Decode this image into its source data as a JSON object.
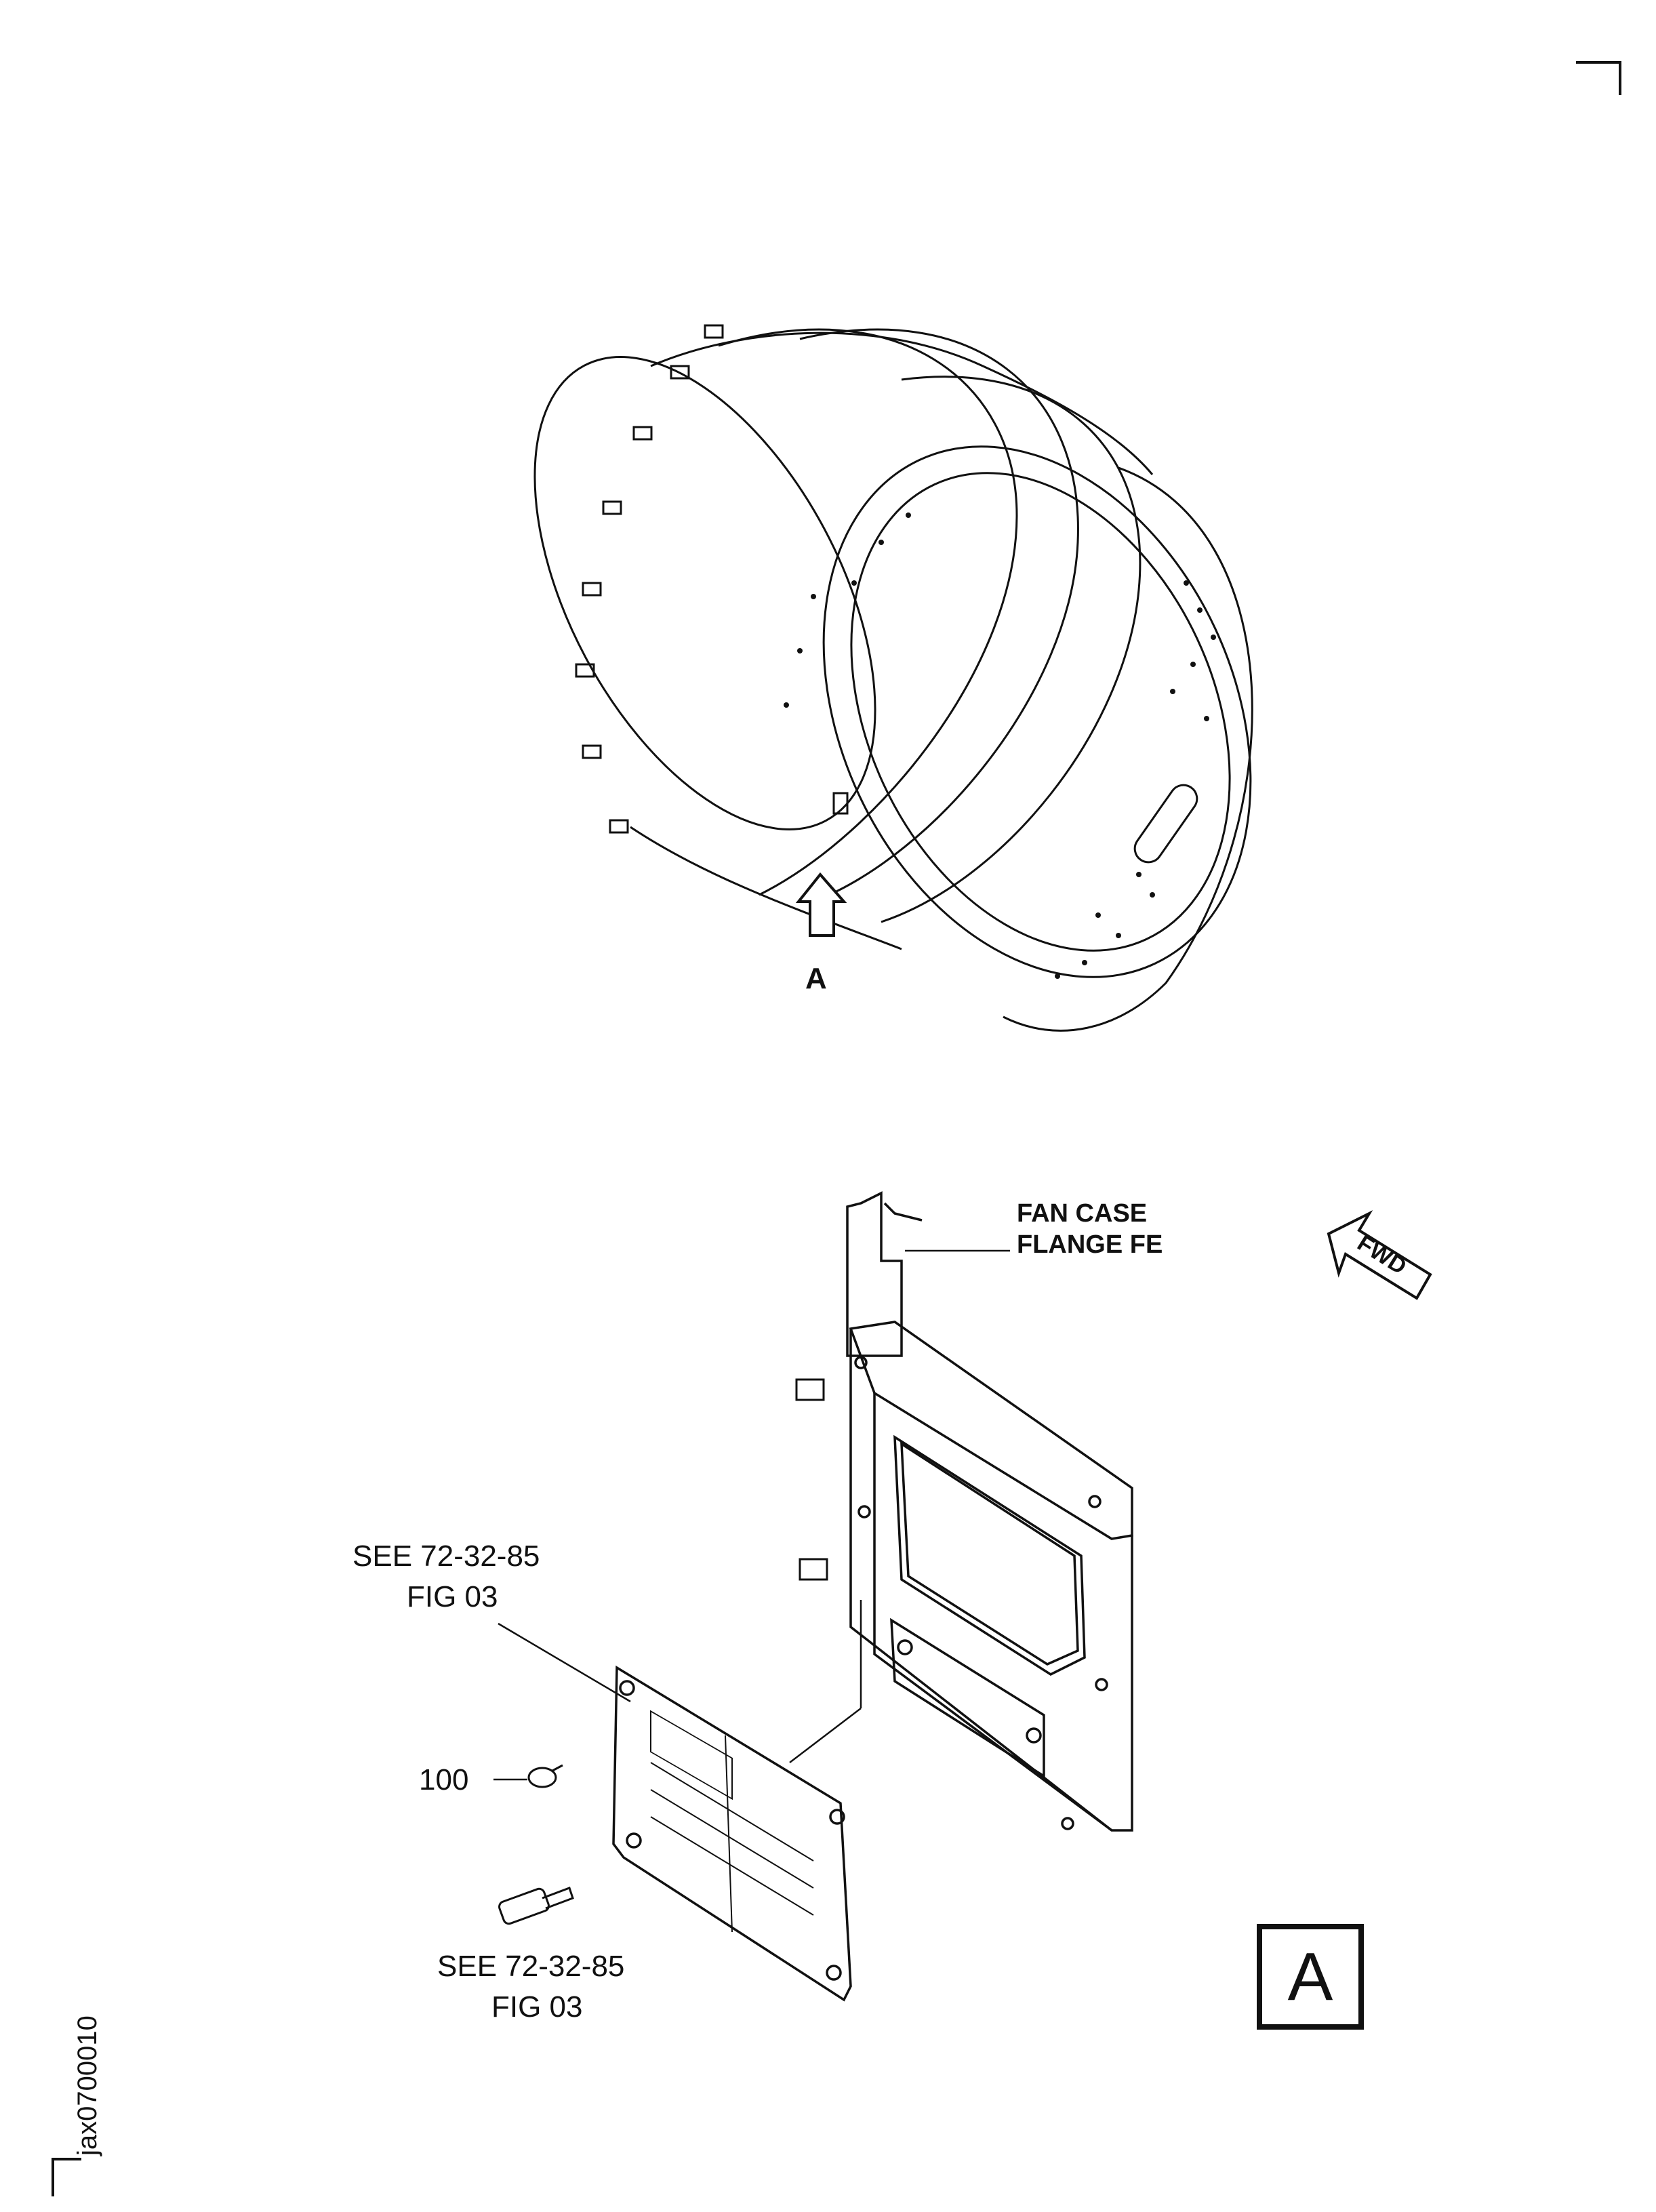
{
  "figure": {
    "figure_id": "jax0700010",
    "view_label": "A",
    "view_arrow_letter": "A",
    "fan_case_label": [
      "FAN CASE",
      "FLANGE FE"
    ],
    "fwd_label": "FWD",
    "ref_top": [
      "SEE 72-32-85",
      "FIG 03"
    ],
    "ref_bottom": [
      "SEE 72-32-85",
      "FIG 03"
    ],
    "item_number": "100"
  },
  "colors": {
    "ink": "#111111",
    "paper": "#ffffff"
  }
}
